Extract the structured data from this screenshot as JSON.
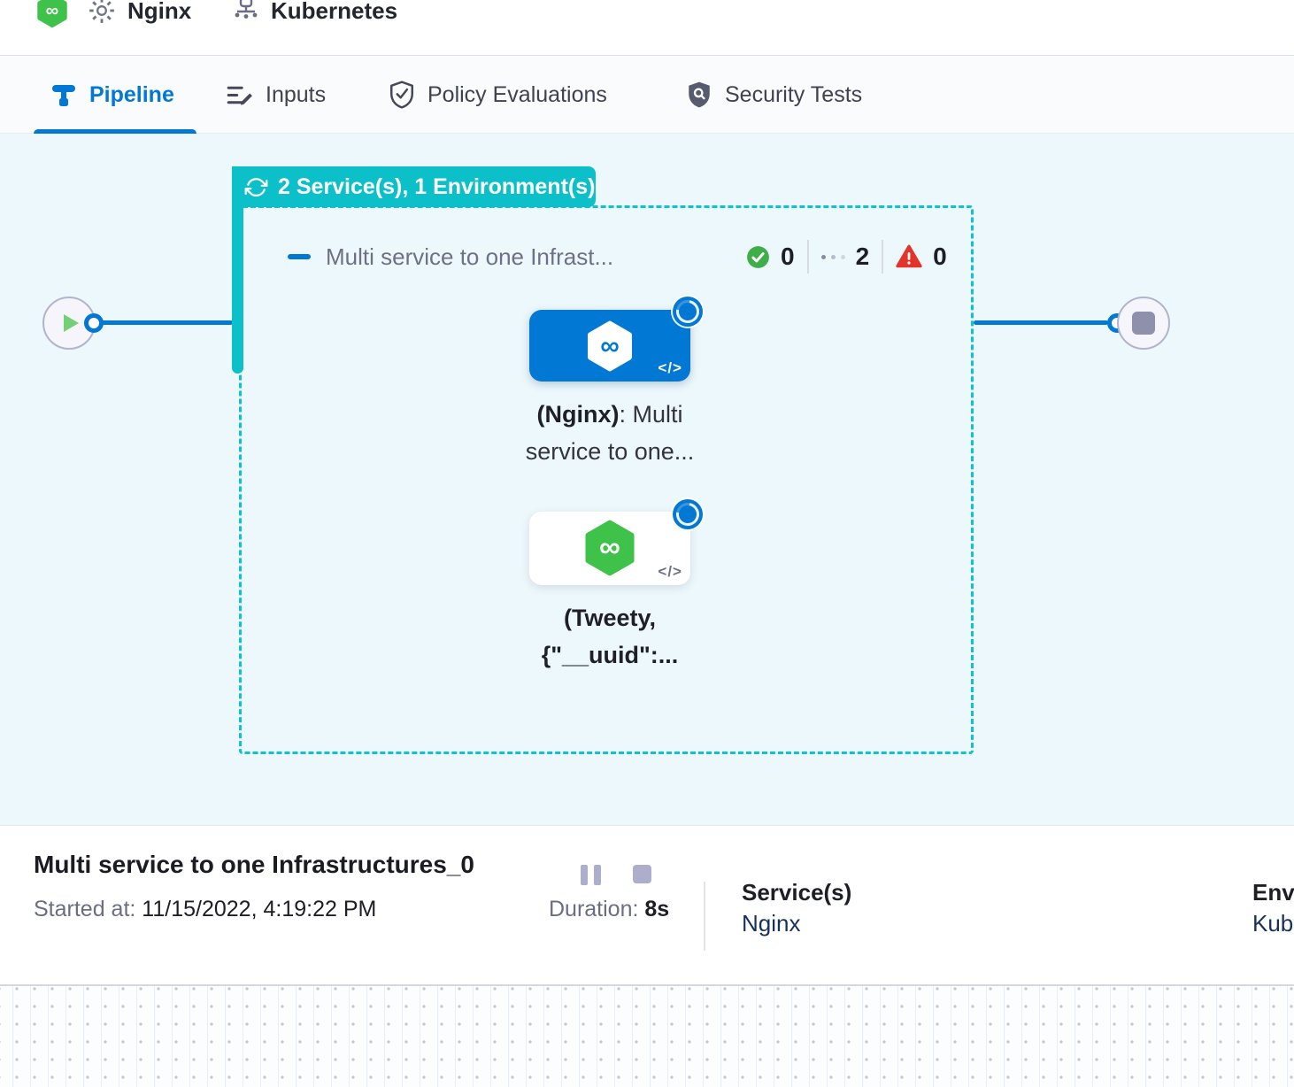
{
  "header": {
    "pipeline_name": "Nginx",
    "environment_name": "Kubernetes"
  },
  "tabs": [
    {
      "label": "Pipeline",
      "active": true
    },
    {
      "label": "Inputs",
      "active": false
    },
    {
      "label": "Policy Evaluations",
      "active": false
    },
    {
      "label": "Security Tests",
      "active": false
    }
  ],
  "canvas": {
    "badge_label": "2 Service(s), 1 Environment(s)",
    "stage_title": "Multi service to one Infrast...",
    "counts": {
      "success": "0",
      "running": "2",
      "failed": "0"
    },
    "code_tag": "</>",
    "nodes": [
      {
        "service_bold": "(Nginx)",
        "line1_rest": ": Multi",
        "line2": "service to one..."
      },
      {
        "line1": "(Tweety,",
        "line2": "{\"__uuid\":..."
      }
    ]
  },
  "footer": {
    "title": "Multi service to one Infrastructures_0",
    "started_label": "Started at:",
    "started_value": " 11/15/2022, 4:19:22 PM",
    "duration_label": "Duration:",
    "duration_value": " 8s",
    "services_label": "Service(s)",
    "services_value": "Nginx",
    "environments_label": "Environment(s)",
    "environments_value": "Kubernetes"
  },
  "icons": {
    "infinity": "∞",
    "loop": "loop-icon",
    "gear": "gear-icon",
    "cluster": "cluster-icon",
    "pipeline": "pipeline-icon",
    "inputs": "inputs-edit-icon",
    "policy": "shield-check-icon",
    "security": "shield-search-icon"
  },
  "colors": {
    "accent_blue": "#0278d5",
    "teal": "#0bc0c9",
    "success_green": "#3fae49",
    "error_red": "#e3342c",
    "link_navy": "#17315c",
    "canvas_bg": "#edf8fc",
    "logo_green": "#3ec24a"
  }
}
